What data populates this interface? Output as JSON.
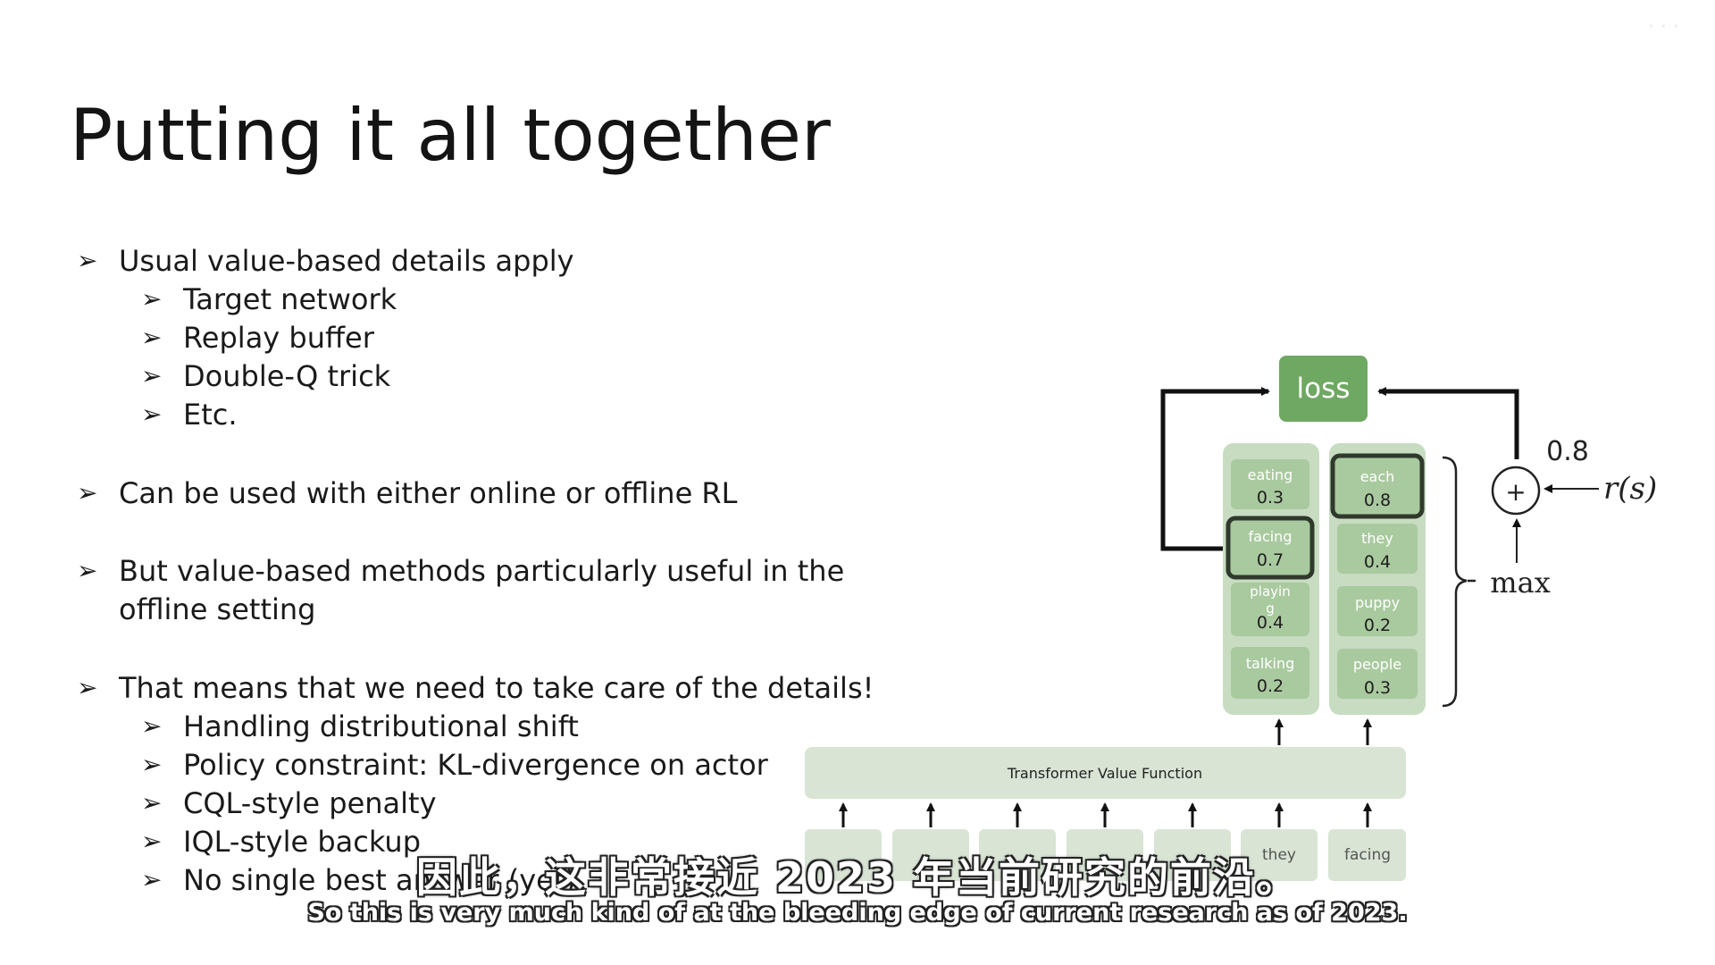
{
  "slide": {
    "title": "Putting it all together"
  },
  "bullets": [
    {
      "level": 1,
      "text": "Usual value-based details apply"
    },
    {
      "level": 2,
      "text": "Target network"
    },
    {
      "level": 2,
      "text": "Replay buffer"
    },
    {
      "level": 2,
      "text": "Double-Q trick"
    },
    {
      "level": 2,
      "text": "Etc."
    },
    {
      "level": 1,
      "text": "Can be used with either online or offline RL"
    },
    {
      "level": 1,
      "text": "But value-based methods particularly useful in the"
    },
    {
      "level": 1,
      "text": "offline setting"
    },
    {
      "level": 1,
      "text": "That means that we need to take care of the details!"
    },
    {
      "level": 2,
      "text": "Handling distributional shift"
    },
    {
      "level": 2,
      "text": "Policy constraint: KL-divergence on actor"
    },
    {
      "level": 2,
      "text": "CQL-style penalty"
    },
    {
      "level": 2,
      "text": "IQL-style backup"
    },
    {
      "level": 2,
      "text": "No single best answer (yet)"
    }
  ],
  "bullet_marker": "➢",
  "diagram": {
    "loss_label": "loss",
    "reward_value": "0.8",
    "reward_label": "r(s)",
    "plus_symbol": "+",
    "max_label": "max",
    "transformer_label": "Transformer Value Function",
    "column_left": [
      {
        "word": "eating",
        "value": "0.3"
      },
      {
        "word": "facing",
        "value": "0.7"
      },
      {
        "word": "playin",
        "word2": "g",
        "value": "0.4"
      },
      {
        "word": "talking",
        "value": "0.2"
      }
    ],
    "column_right": [
      {
        "word": "each",
        "value": "0.8"
      },
      {
        "word": "they",
        "value": "0.4"
      },
      {
        "word": "puppy",
        "value": "0.2"
      },
      {
        "word": "people",
        "value": "0.3"
      }
    ],
    "input_tokens": [
      "",
      "",
      "",
      "",
      "",
      "they",
      "facing"
    ]
  },
  "subtitles": {
    "zh": "因此，这非常接近 2023 年当前研究的前沿。",
    "en": "So this is very much kind of at the bleeding edge of current research as of 2023."
  },
  "colors": {
    "green_dark": "#6fa862",
    "green_token": "#a9c99f",
    "green_column": "#c8dcc2",
    "highlight_border": "#2f3a2c"
  },
  "watermark": "· · ·"
}
